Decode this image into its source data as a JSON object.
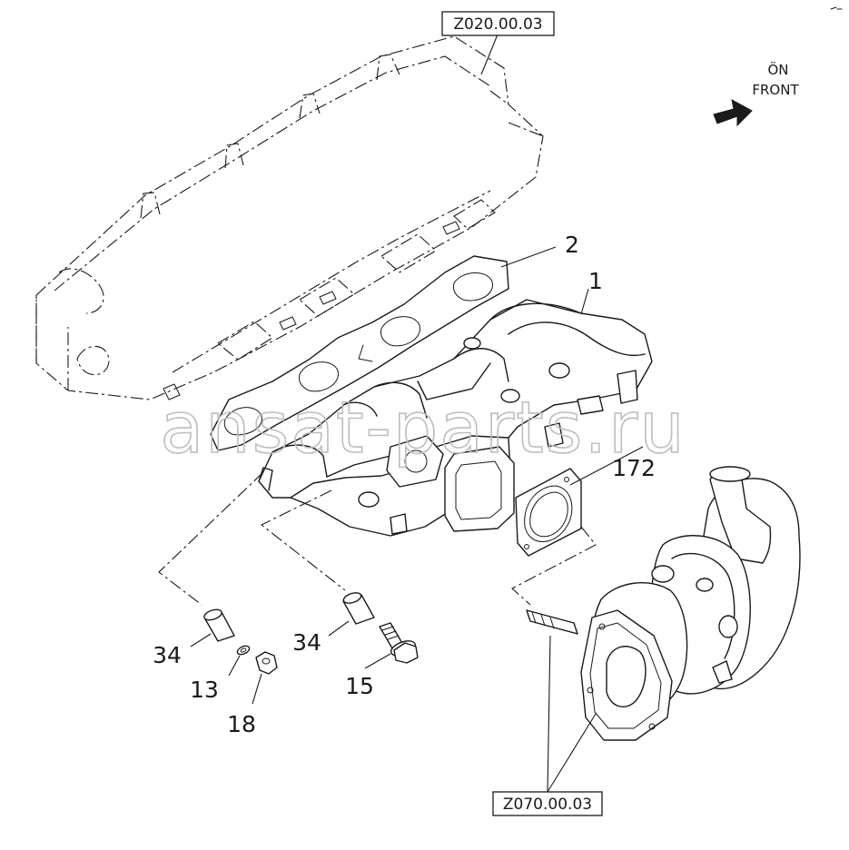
{
  "watermark": "ansat-parts.ru",
  "front": {
    "line1": "ÖN",
    "line2": "FRONT"
  },
  "references": {
    "top": "Z020.00.03",
    "bottom": "Z070.00.03"
  },
  "callouts": {
    "c1": "1",
    "c2": "2",
    "c172": "172",
    "c34a": "34",
    "c34b": "34",
    "c13": "13",
    "c18": "18",
    "c15": "15"
  }
}
